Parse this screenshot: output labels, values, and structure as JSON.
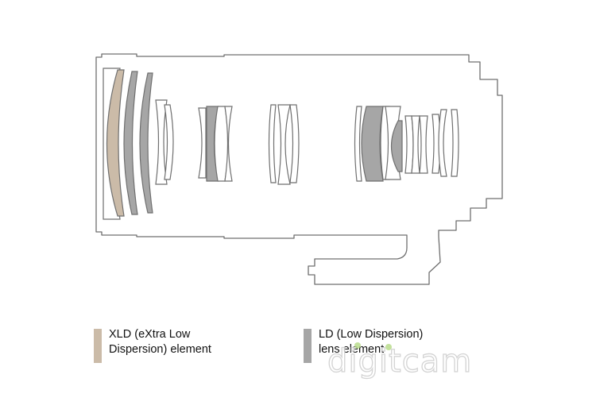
{
  "colors": {
    "outline": "#6f6f6f",
    "xld_fill": "#cbbba8",
    "ld_fill": "#a6a6a6",
    "plain_fill": "#ffffff",
    "background": "#ffffff"
  },
  "legend": {
    "xld": {
      "line1": "XLD (eXtra Low",
      "line2": "Dispersion) element"
    },
    "ld": {
      "line1": "LD (Low Dispersion)",
      "line2": "lens element"
    }
  },
  "watermark": {
    "text": "digitcam"
  }
}
